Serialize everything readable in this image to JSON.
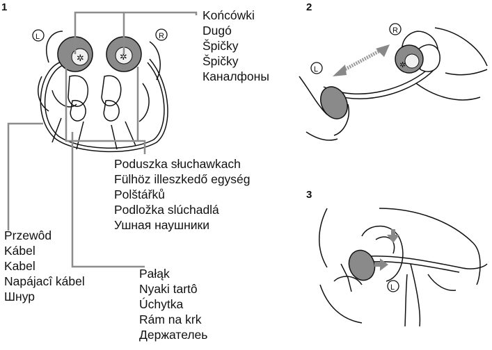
{
  "steps": {
    "s1": "1",
    "s2": "2",
    "s3": "3"
  },
  "markers": {
    "left": "L",
    "right": "R"
  },
  "labels": {
    "tips": [
      "Końcówki",
      "Dugó",
      "Špičky",
      "Špičky",
      "Каналфоны"
    ],
    "cushion": [
      "Poduszka słuchawkach",
      "Fülhöz illeszkedő egység",
      "Polštářků",
      "Podložka slúchadlá",
      "Ушная наушники"
    ],
    "cord": [
      "Przewôd",
      "Kábel",
      "Kabel",
      "Napájacî kábel",
      "Шнур"
    ],
    "holder": [
      "Pałąk",
      "Nyaki tartô",
      "Úchytka",
      "Rám na krk",
      "Держателеь"
    ]
  }
}
